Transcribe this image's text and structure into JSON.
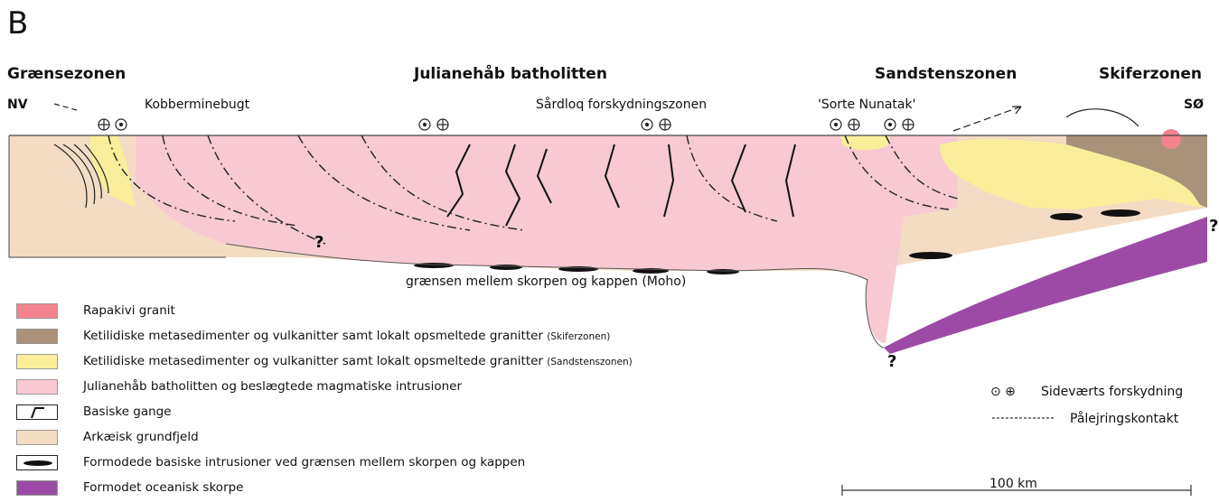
{
  "panel_label": "B",
  "zones": {
    "left": "Grænsezonen",
    "center": "Julianehåb batholitten",
    "right1": "Sandstenszonen",
    "right2": "Skiferzonen"
  },
  "directions": {
    "west": "NV",
    "east": "SØ"
  },
  "labels": {
    "kobberminebugt": "Kobberminebugt",
    "sardloq": "Sårdloq forskydningszonen",
    "sorte_nunatak": "'Sorte Nunatak'",
    "moho": "grænsen mellem skorpen og kappen (Moho)",
    "question": "?",
    "small_question": "?"
  },
  "legend": [
    {
      "id": "rapakivi",
      "label": "Rapakivi granit",
      "note": "",
      "color": "#f2838e"
    },
    {
      "id": "skifer",
      "label": "Ketilidiske metasedimenter og vulkanitter samt lokalt opsmeltede granitter",
      "note": "(Skiferzonen)",
      "color": "#a9917a"
    },
    {
      "id": "sandsten",
      "label": "Ketilidiske metasedimenter og vulkanitter samt lokalt opsmeltede granitter",
      "note": "(Sandstenszonen)",
      "color": "#fbee9a"
    },
    {
      "id": "batholit",
      "label": "Julianehåb batholitten og beslægtede magmatiske intrusioner",
      "note": "",
      "color": "#f8c9d2"
    },
    {
      "id": "dykes",
      "label": "Basiske gange",
      "note": "",
      "color": "#ffffff"
    },
    {
      "id": "archean",
      "label": "Arkæisk grundfjeld",
      "note": "",
      "color": "#f3dcc3"
    },
    {
      "id": "basic_intrusions",
      "label": "Formodede basiske intrusioner ved grænsen mellem skorpen og kappen",
      "note": "",
      "color": "#ffffff"
    },
    {
      "id": "oceanic",
      "label": "Formodet oceanisk skorpe",
      "note": "",
      "color": "#9c4aa6"
    }
  ],
  "key": {
    "strike_slip_symbol": "⊙ ⊕",
    "strike_slip": "Sideværts forskydning",
    "thrust": "Pålejringskontakt"
  },
  "scale": {
    "label": "100 km"
  }
}
